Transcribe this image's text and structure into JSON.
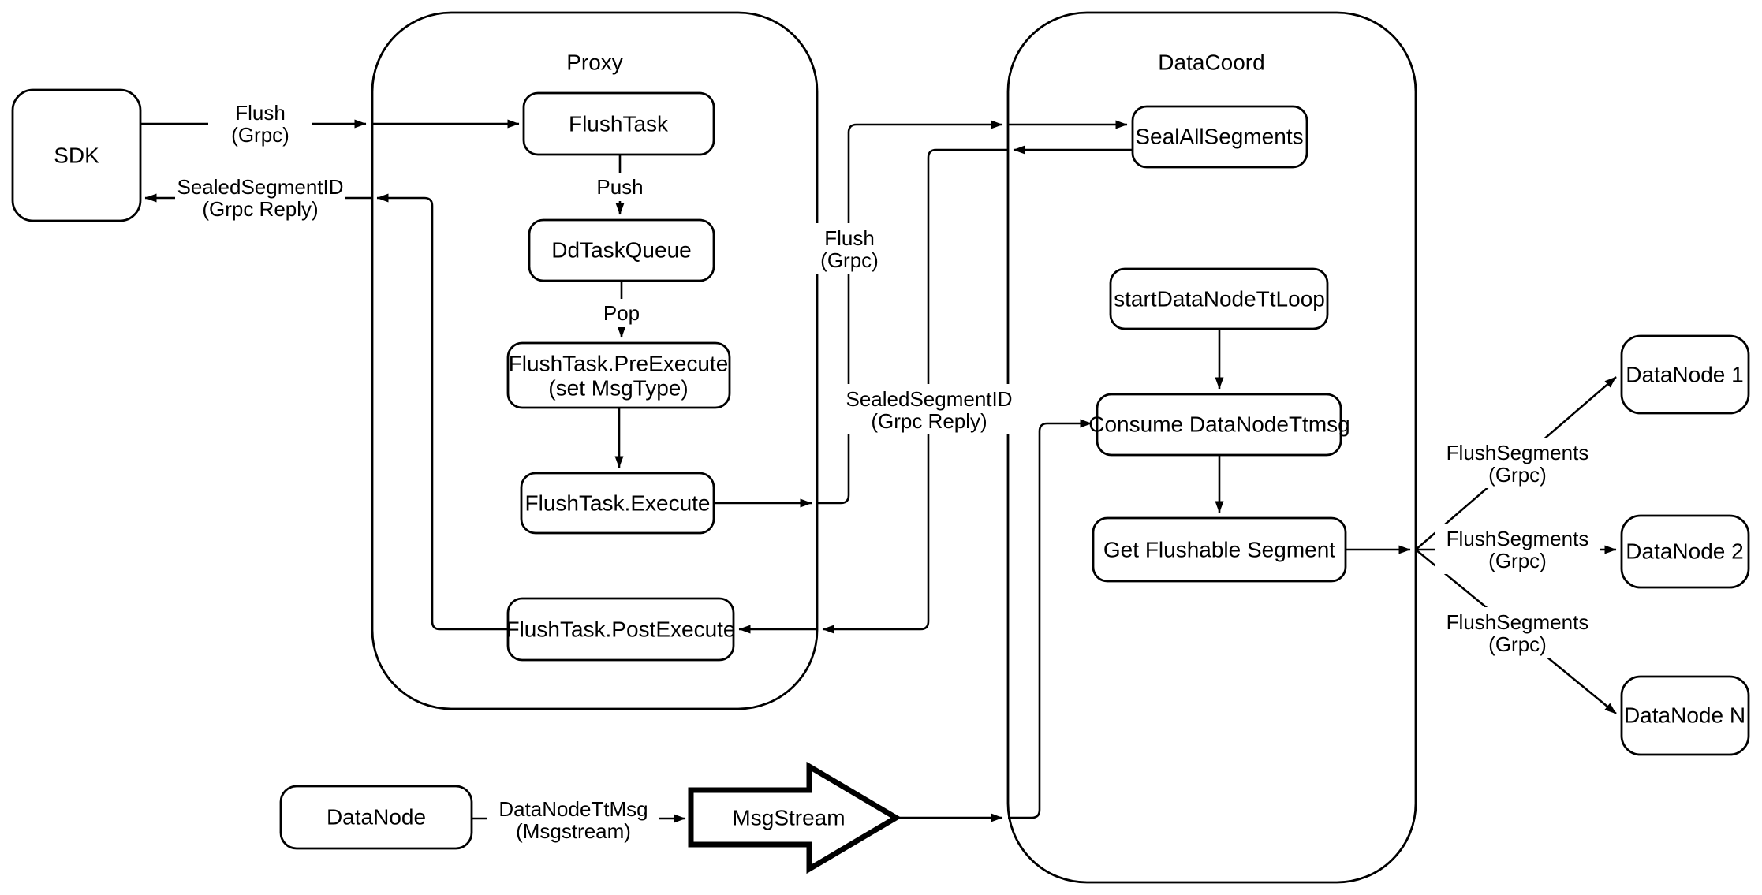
{
  "diagram": {
    "background_color": "#ffffff",
    "stroke_color": "#000000",
    "containers": {
      "proxy": "Proxy",
      "datacoord": "DataCoord"
    },
    "nodes": {
      "sdk": "SDK",
      "flush_task": "FlushTask",
      "dd_task_queue": "DdTaskQueue",
      "pre_execute_line1": "FlushTask.PreExecute",
      "pre_execute_line2": "(set MsgType)",
      "execute": "FlushTask.Execute",
      "post_execute": "FlushTask.PostExecute",
      "seal_all_segments": "SealAllSegments",
      "start_data_node_tt_loop": "startDataNodeTtLoop",
      "consume_data_node_ttmsg": "Consume DataNodeTtmsg",
      "get_flushable_segment": "Get Flushable Segment",
      "data_node_1": "DataNode 1",
      "data_node_2": "DataNode 2",
      "data_node_n": "DataNode N",
      "data_node": "DataNode",
      "msg_stream": "MsgStream"
    },
    "edge_labels": {
      "sdk_flush": [
        "Flush",
        "(Grpc)"
      ],
      "sdk_reply": [
        "SealedSegmentID",
        "(Grpc Reply)"
      ],
      "push": "Push",
      "pop": "Pop",
      "proxy_flush": [
        "Flush",
        "(Grpc)"
      ],
      "proxy_reply": [
        "SealedSegmentID",
        "(Grpc Reply)"
      ],
      "flush_segments_1": [
        "FlushSegments",
        "(Grpc)"
      ],
      "flush_segments_2": [
        "FlushSegments",
        "(Grpc)"
      ],
      "flush_segments_3": [
        "FlushSegments",
        "(Grpc)"
      ],
      "data_node_tt_msg": [
        "DataNodeTtMsg",
        "(Msgstream)"
      ]
    }
  }
}
